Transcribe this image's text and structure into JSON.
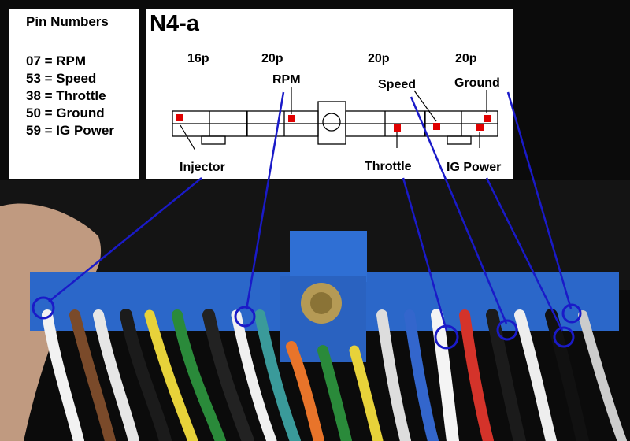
{
  "pin_numbers": {
    "title": "Pin Numbers",
    "entries": [
      "07 = RPM",
      "53 = Speed",
      "38 = Throttle",
      "50 = Ground",
      "59 = IG Power"
    ]
  },
  "diagram": {
    "title": "N4-a",
    "section_labels": [
      "16p",
      "20p",
      "20p",
      "20p"
    ],
    "callouts": {
      "rpm": "RPM",
      "speed": "Speed",
      "ground": "Ground",
      "injector": "Injector",
      "throttle": "Throttle",
      "ig_power": "IG Power"
    }
  },
  "colors": {
    "pointer_line": "#1a1ac8",
    "pin_marker": "#e00000",
    "connector_blue": "#2b67c9"
  }
}
